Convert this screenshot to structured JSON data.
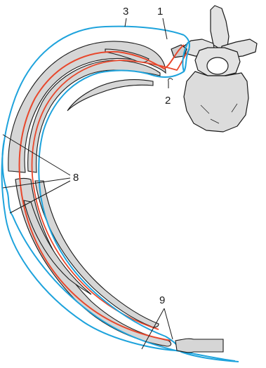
{
  "labels": {
    "l1": "1",
    "l2": "2",
    "l3": "3",
    "l8": "8",
    "l9": "9"
  },
  "colors": {
    "nerve": "#e8472c",
    "pleura": "#1ea3dc",
    "rib": "#d6d6d6",
    "bone": "#dcdcdc",
    "outline": "#1a1a1a"
  }
}
